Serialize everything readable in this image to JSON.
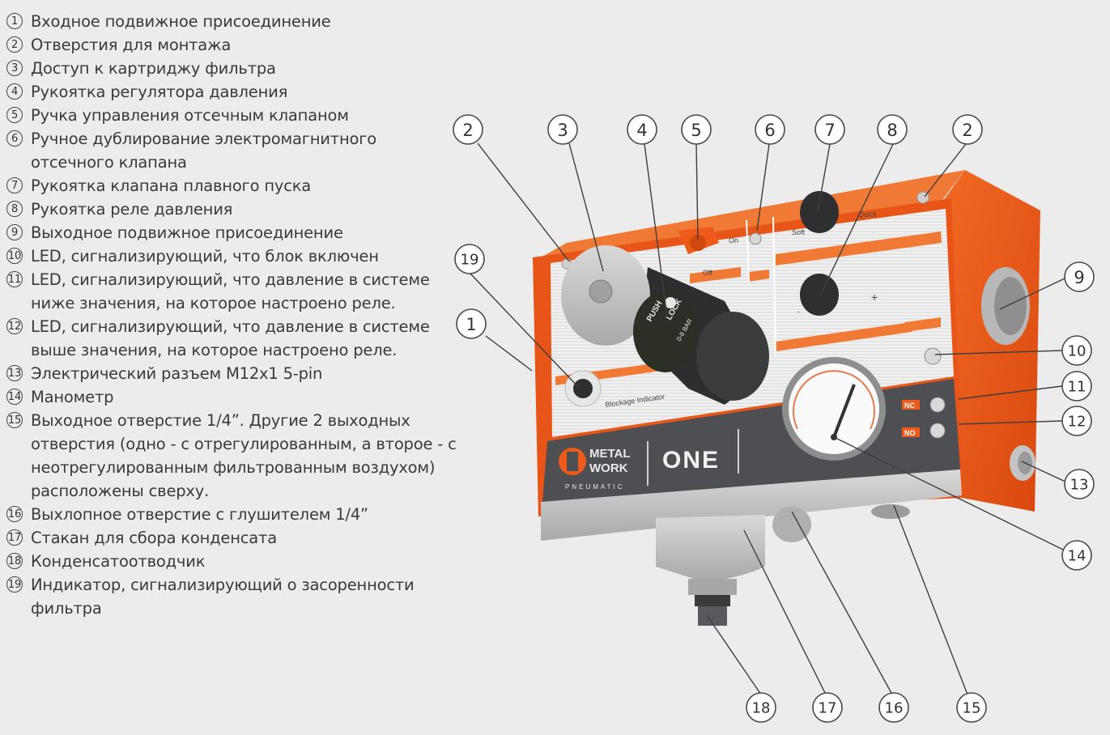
{
  "legend": [
    {
      "num": "1",
      "text": "Входное подвижное присоединение"
    },
    {
      "num": "2",
      "text": "Отверстия для монтажа"
    },
    {
      "num": "3",
      "text": "Доступ к картриджу фильтра"
    },
    {
      "num": "4",
      "text": "Рукоятка регулятора давления"
    },
    {
      "num": "5",
      "text": "Ручка управления отсечным клапаном"
    },
    {
      "num": "6",
      "text": "Ручное дублирование электромагнитного отсечного клапана"
    },
    {
      "num": "7",
      "text": "Рукоятка клапана плавного пуска"
    },
    {
      "num": "8",
      "text": "Рукоятка реле давления"
    },
    {
      "num": "9",
      "text": "Выходное подвижное присоединение"
    },
    {
      "num": "10",
      "text": "LED, сигнализирующий, что блок включен"
    },
    {
      "num": "11",
      "text": "LED, сигнализирующий, что давление в системе ниже значения, на которое настроено реле."
    },
    {
      "num": "12",
      "text": "LED, сигнализирующий, что давление в системе выше значения, на которое настроено реле."
    },
    {
      "num": "13",
      "text": "Электрический разъем M12x1 5-pin"
    },
    {
      "num": "14",
      "text": "Манометр"
    },
    {
      "num": "15",
      "text": "Выходное отверстие 1/4”. Другие 2 выходных отверстия (одно - с отрегулированным, а второе - с неотрегулированным фильтрованным воздухом) расположены сверху."
    },
    {
      "num": "16",
      "text": "Выхлопное отверстие с глушителем  1/4”"
    },
    {
      "num": "17",
      "text": "Стакан для сбора конденсата"
    },
    {
      "num": "18",
      "text": "Конденсатоотводчик"
    },
    {
      "num": "19",
      "text": "Индикатор, сигнализирующий о засоренности фильтра"
    }
  ],
  "callouts": [
    "2",
    "3",
    "4",
    "5",
    "6",
    "7",
    "8",
    "2",
    "19",
    "1",
    "9",
    "10",
    "11",
    "12",
    "13",
    "14",
    "18",
    "17",
    "16",
    "15"
  ],
  "device": {
    "brand_line1": "METAL",
    "brand_line2": "WORK",
    "brand_line3": "PNEUMATIC",
    "product": "ONE",
    "lock_text1": "PUSH",
    "lock_text2": "LOCK",
    "lock_text3": "0-8 BAR",
    "blockage_label": "Blockage Indicator",
    "on_label": "On",
    "off_label": "Off",
    "soft_label": "Soft",
    "quick_label": "Quick",
    "minus_label": "-",
    "plus_label": "+",
    "nc_label": "NC",
    "no_label": "NO",
    "colors": {
      "orange": "#ec5b1c",
      "dark_band": "#4d4f52",
      "metal": "#c9c9c9"
    }
  }
}
